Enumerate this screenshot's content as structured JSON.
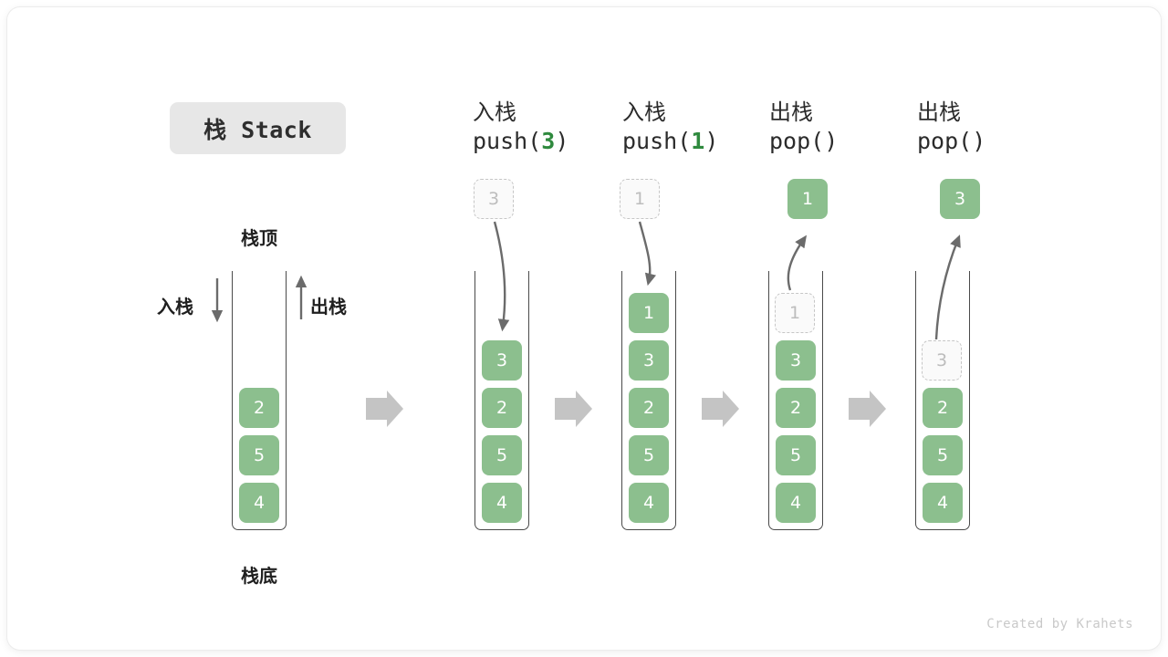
{
  "title_badge": {
    "label": "栈 Stack"
  },
  "credit": "Created by Krahets",
  "colors": {
    "element_fill": "#8cbf8e",
    "element_text": "#ffffff",
    "ghost_border": "#c6c6c6",
    "ghost_text": "#bdbdbd",
    "container_line": "#4a4a4a",
    "arrow_gray": "#c4c4c4",
    "arrow_dark": "#6b6b6b",
    "accent_green": "#2f8a3e",
    "badge_bg": "#e7e7e7"
  },
  "annotations": {
    "stack_top": "栈顶",
    "stack_bottom": "栈底",
    "push_side": "入栈",
    "pop_side": "出栈"
  },
  "stages": [
    {
      "id": "initial",
      "head_line1": "",
      "head_line2": "",
      "head_arg": "",
      "elements": [
        "2",
        "5",
        "4"
      ],
      "ghost_top": null,
      "floating": null
    },
    {
      "id": "push-3",
      "head_line1": "入栈",
      "head_prefix": "push(",
      "head_arg": "3",
      "head_suffix": ")",
      "elements": [
        "3",
        "2",
        "5",
        "4"
      ],
      "ghost_above": "3",
      "floating": null
    },
    {
      "id": "push-1",
      "head_line1": "入栈",
      "head_prefix": "push(",
      "head_arg": "1",
      "head_suffix": ")",
      "elements": [
        "1",
        "3",
        "2",
        "5",
        "4"
      ],
      "ghost_above": "1",
      "floating": null
    },
    {
      "id": "pop-1",
      "head_line1": "出栈",
      "head_prefix": "pop(",
      "head_arg": "",
      "head_suffix": ")",
      "elements": [
        "3",
        "2",
        "5",
        "4"
      ],
      "ghost_in_stack": "1",
      "floating": "1"
    },
    {
      "id": "pop-2",
      "head_line1": "出栈",
      "head_prefix": "pop(",
      "head_arg": "",
      "head_suffix": ")",
      "elements": [
        "2",
        "5",
        "4"
      ],
      "ghost_in_stack": "3",
      "floating": "3"
    }
  ],
  "flow_arrows": 4
}
